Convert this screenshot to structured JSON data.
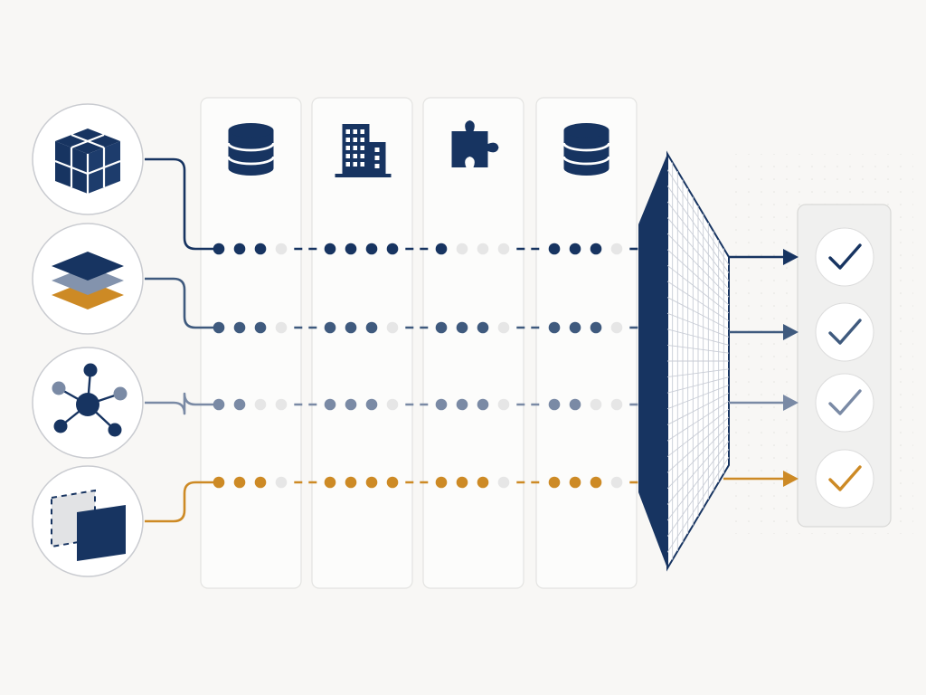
{
  "colors": {
    "background": "#f8f7f5",
    "panel_fill": "#fcfcfb",
    "panel_border": "#e3e3e1",
    "circle_border": "#c9cbd0",
    "navy": "#173461",
    "slate": "#3f5a7e",
    "steel": "#7a8aa5",
    "amber": "#cd8a25",
    "dot_empty": "#e6e6e6",
    "check_panel": "#f0f0ef"
  },
  "sources": [
    {
      "icon": "cube-icon",
      "color": "#173461"
    },
    {
      "icon": "layers-icon",
      "color": "#3f5a7e"
    },
    {
      "icon": "network-icon",
      "color": "#7a8aa5"
    },
    {
      "icon": "frames-icon",
      "color": "#cd8a25"
    }
  ],
  "columns": [
    {
      "icon": "database-icon",
      "levels": [
        3,
        3,
        2,
        3
      ]
    },
    {
      "icon": "building-icon",
      "levels": [
        4,
        3,
        3,
        4
      ]
    },
    {
      "icon": "puzzle-icon",
      "levels": [
        1,
        3,
        3,
        3
      ]
    },
    {
      "icon": "database-icon",
      "levels": [
        3,
        3,
        2,
        3
      ]
    }
  ],
  "dots_per_cell": 4,
  "filter": {
    "icon": "grid-filter-icon"
  },
  "outputs": [
    {
      "icon": "check-icon",
      "color": "#173461"
    },
    {
      "icon": "check-icon",
      "color": "#3f5a7e"
    },
    {
      "icon": "check-icon",
      "color": "#7a8aa5"
    },
    {
      "icon": "check-icon",
      "color": "#cd8a25"
    }
  ]
}
